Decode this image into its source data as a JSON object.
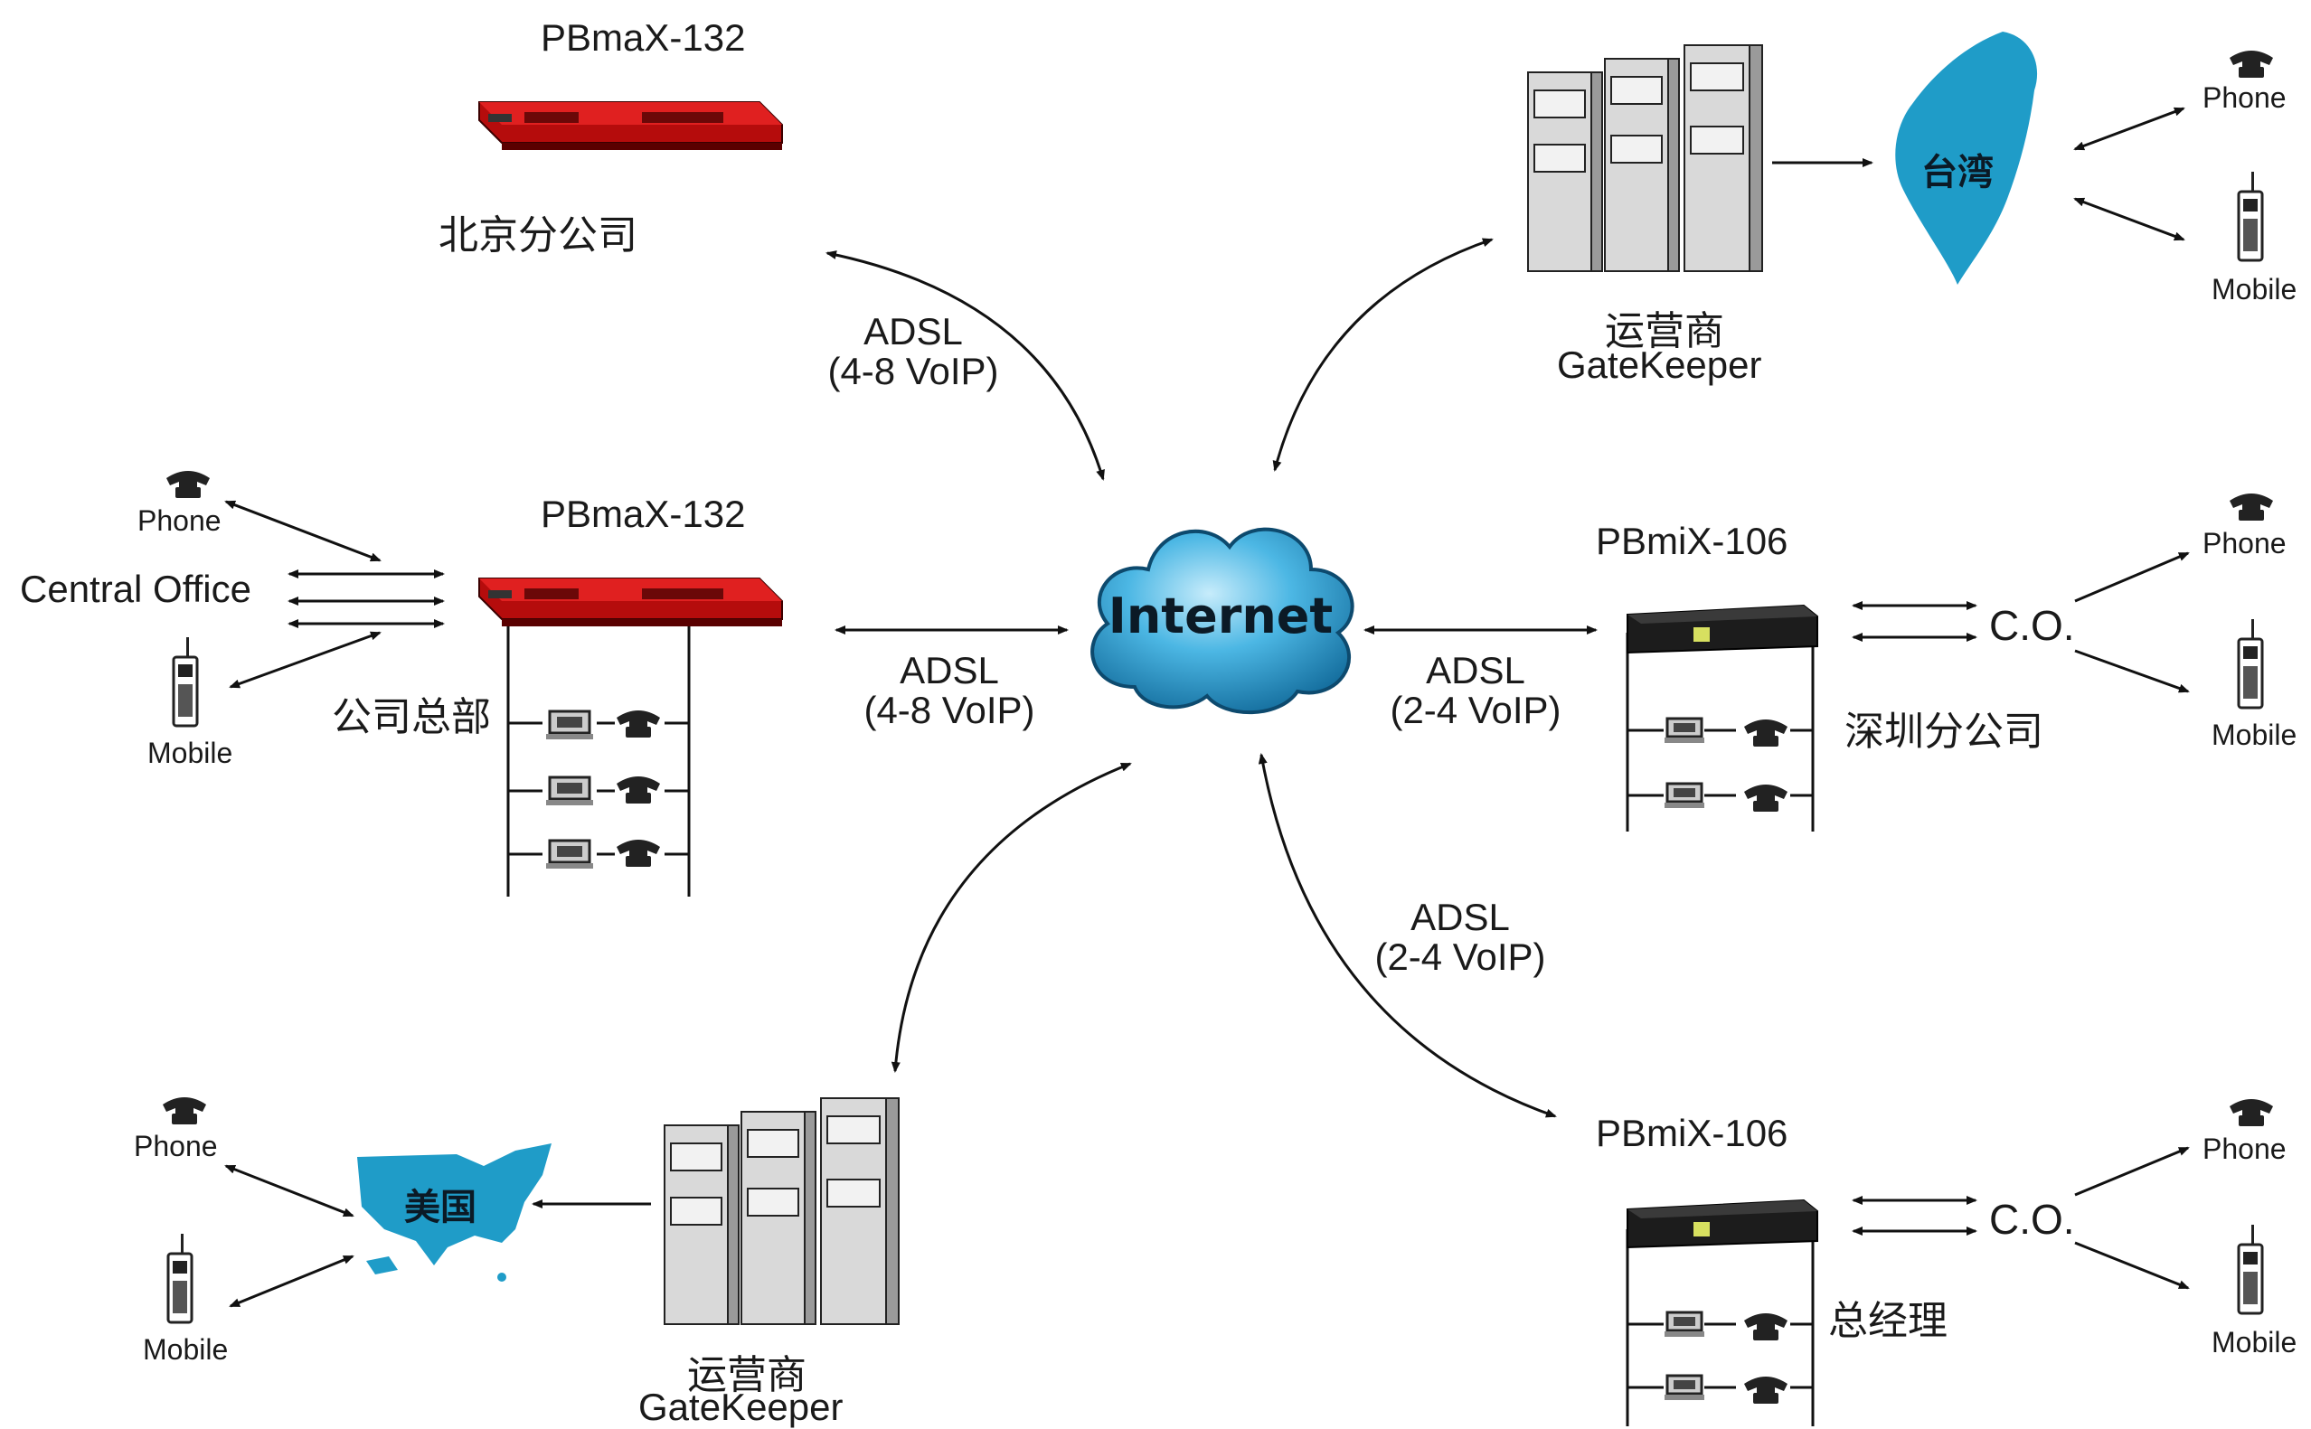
{
  "center": {
    "label": "Internet"
  },
  "links": {
    "adsl_beijing": {
      "line1": "ADSL",
      "line2": "(4-8 VoIP)"
    },
    "adsl_hq": {
      "line1": "ADSL",
      "line2": "(4-8 VoIP)"
    },
    "adsl_shenzhen": {
      "line1": "ADSL",
      "line2": "(2-4 VoIP)"
    },
    "adsl_gm": {
      "line1": "ADSL",
      "line2": "(2-4 VoIP)"
    }
  },
  "sites": {
    "beijing": {
      "model": "PBmaX-132",
      "name": "北京分公司"
    },
    "hq": {
      "model": "PBmaX-132",
      "name": "公司总部",
      "central_office": "Central Office",
      "phone": "Phone",
      "mobile": "Mobile"
    },
    "shenzhen": {
      "model": "PBmiX-106",
      "name": "深圳分公司",
      "co": "C.O.",
      "phone": "Phone",
      "mobile": "Mobile"
    },
    "gm": {
      "model": "PBmiX-106",
      "name": "总经理",
      "co": "C.O.",
      "phone": "Phone",
      "mobile": "Mobile"
    },
    "gatekeeper_tw": {
      "line1": "运营商",
      "line2": "GateKeeper",
      "region": "台湾",
      "phone": "Phone",
      "mobile": "Mobile"
    },
    "gatekeeper_us": {
      "line1": "运营商",
      "line2": "GateKeeper",
      "region": "美国",
      "phone": "Phone",
      "mobile": "Mobile"
    }
  },
  "colors": {
    "pbmax": "#c81010",
    "pbmix": "#1c1c1c",
    "cloud": "#1e8fc6",
    "map": "#1f9cc8",
    "lines": "#111111"
  }
}
